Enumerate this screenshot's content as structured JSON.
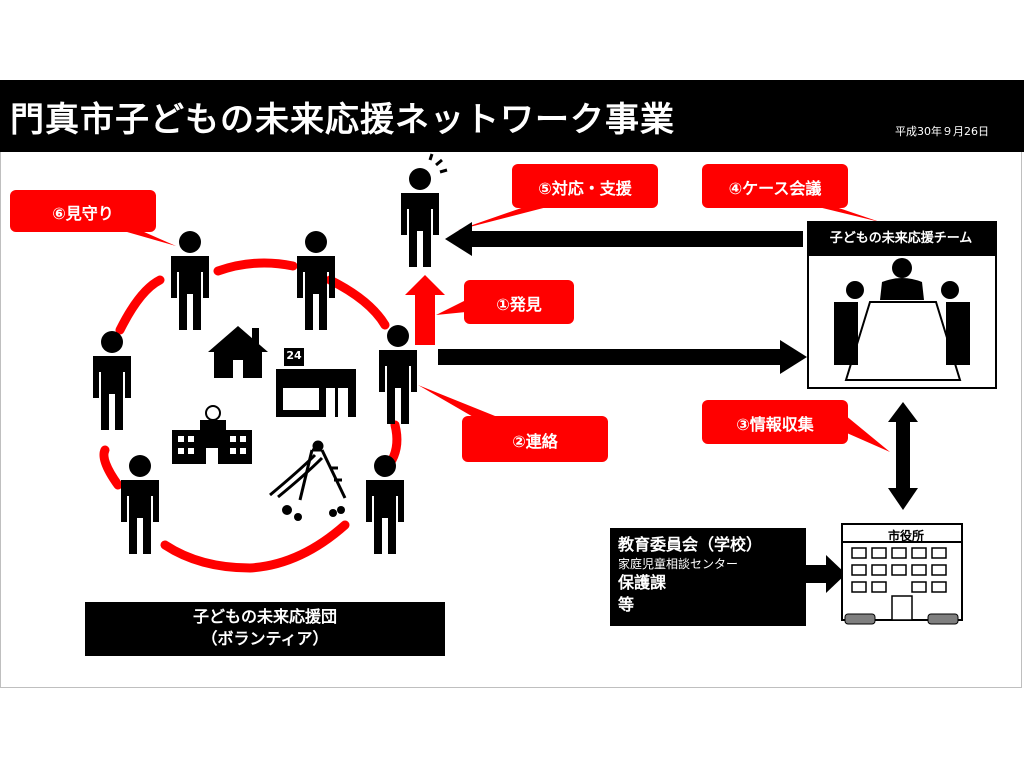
{
  "title": "門真市子どもの未来応援ネットワーク事業",
  "date": "平成30年９月26日",
  "callouts": {
    "watch": "⑥見守り",
    "response": "⑤対応・支援",
    "case_meeting": "④ケース会議",
    "discovery": "①発見",
    "contact": "②連絡",
    "info_collect": "③情報収集"
  },
  "team_label": "子どもの未来応援チーム",
  "volunteer_box": {
    "line1": "子どもの未来応援団",
    "line2": "（ボランティア）"
  },
  "board_box": {
    "line1": "教育委員会（学校）",
    "line2": "家庭児童相談センター",
    "line3": "保護課",
    "line4": "等"
  },
  "city_hall_label": "市役所",
  "store_sign": "24",
  "colors": {
    "callout_red": "#ff0000",
    "dark": "#000000",
    "circle_red": "#ff0000"
  },
  "icons": [
    "person-icon",
    "worried-child-icon",
    "house-icon",
    "school-icon",
    "convenience-store-icon",
    "playground-slide-icon",
    "city-hall-icon",
    "meeting-table-icon"
  ]
}
